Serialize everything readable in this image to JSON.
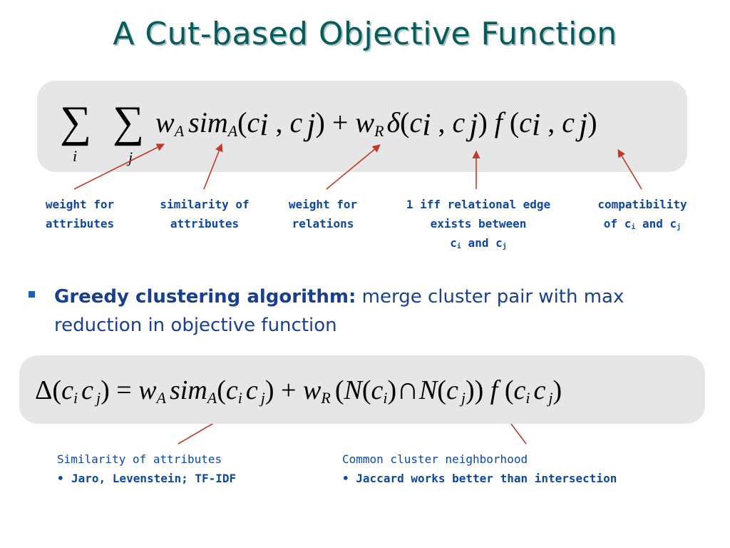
{
  "slide": {
    "title": "A Cut-based Objective Function"
  },
  "formula1": {
    "sum1": "∑",
    "sum1_index": "i",
    "sum2": "∑",
    "sum2_index": "j",
    "body": "wA simA(ci , c j) + wR δ(ci , c j) f (ci , c j)"
  },
  "annotations1": {
    "weight_attributes_line1": "weight for",
    "weight_attributes_line2": "attributes",
    "similarity_line1": "similarity of",
    "similarity_line2": "attributes",
    "weight_relations_line1": "weight for",
    "weight_relations_line2": "relations",
    "relational_line1": "1 iff relational edge",
    "relational_line2": "exists between",
    "relational_c1": "c",
    "relational_i": "i",
    "relational_and": " and c",
    "relational_j": "j",
    "compat_line1": "compatibility",
    "compat_of": "of c",
    "compat_i": "i",
    "compat_and": " and c",
    "compat_j": "j"
  },
  "bullet": {
    "bold": "Greedy clustering algorithm:",
    "text": " merge cluster pair with max reduction in objective function"
  },
  "formula2": {
    "body": "Δ(ci c j) = wA simA(ci c j) + wR (N(ci) ∩ N(c j)) f (ci c j)"
  },
  "notes": {
    "left_title": "Similarity of attributes",
    "left_bullet_marker": "•",
    "left_bullet": "Jaro, Levenstein; TF-IDF",
    "right_title": "Common cluster neighborhood",
    "right_bullet_marker": "•",
    "right_bullet": "Jaccard works better than intersection"
  },
  "colors": {
    "title": "#0a5a5a",
    "annotation_text": "#0d47a1",
    "bullet_text": "#1a3f8f",
    "arrow": "#c0392b",
    "formula_box": "#e6e6e6"
  }
}
